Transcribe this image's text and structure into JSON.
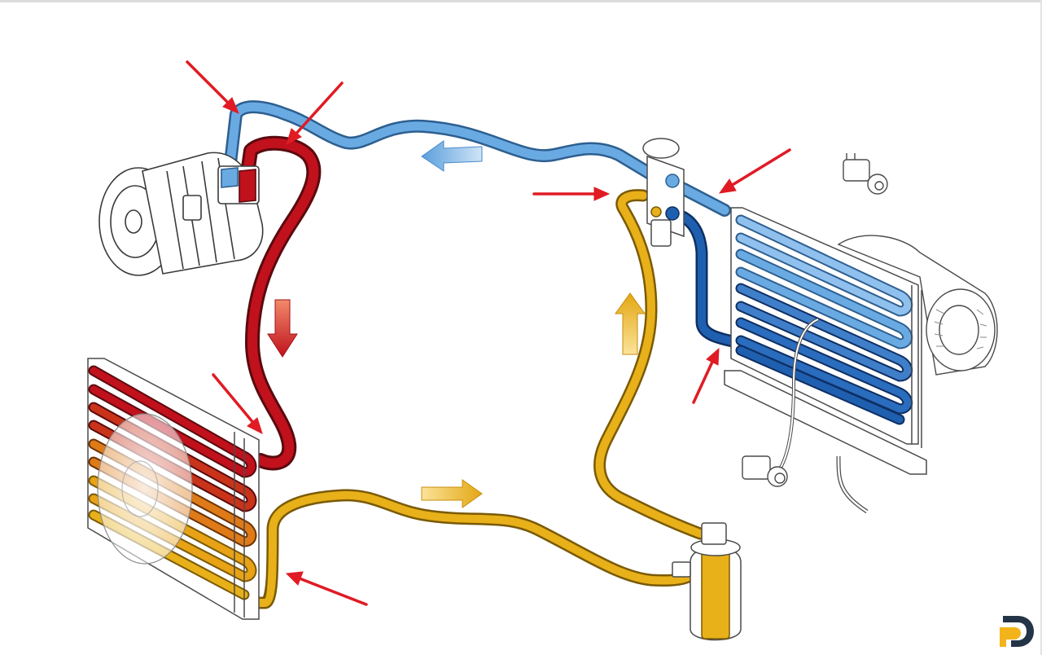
{
  "colors": {
    "high_pressure_gas": "#c0111d",
    "high_pressure_liquid": "#e3a713",
    "low_pressure_gas": "#5b9fdc",
    "low_pressure_liquid": "#1f5fb0",
    "indicator_arrow": "#e01b24",
    "outline": "#3a3a3a",
    "logo_dark": "#243447",
    "logo_accent": "#f3b31a"
  },
  "components": [
    {
      "id": "compressor",
      "icon": "compressor-icon"
    },
    {
      "id": "condenser",
      "icon": "condenser-icon"
    },
    {
      "id": "receiver-drier",
      "icon": "receiver-drier-icon"
    },
    {
      "id": "expansion-valve",
      "icon": "expansion-valve-icon"
    },
    {
      "id": "evaporator",
      "icon": "evaporator-icon"
    },
    {
      "id": "blower-fan",
      "icon": "blower-fan-icon"
    },
    {
      "id": "pressure-switch",
      "icon": "pressure-switch-icon"
    },
    {
      "id": "temperature-sensor",
      "icon": "temperature-sensor-icon"
    }
  ],
  "flow_direction": [
    "compressor",
    "condenser",
    "receiver-drier",
    "expansion-valve",
    "evaporator",
    "compressor"
  ],
  "logo": {
    "icon": "brand-logo-icon"
  }
}
